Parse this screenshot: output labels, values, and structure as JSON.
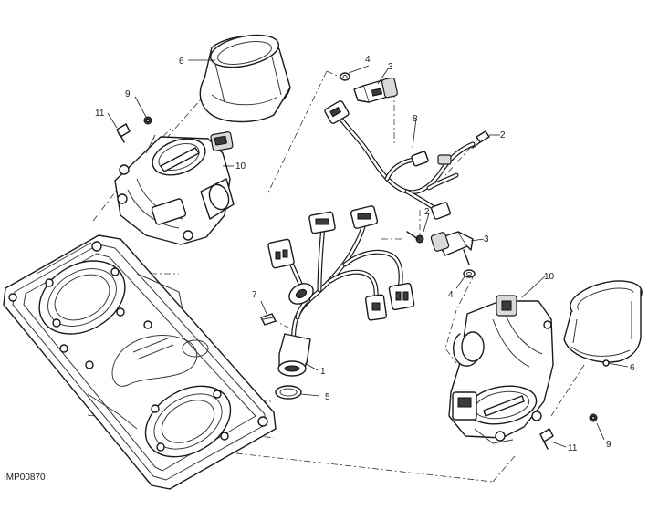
{
  "drawing_code": "IMP00870",
  "callouts": {
    "c1": "1",
    "c2a": "2",
    "c2b": "2",
    "c3a": "3",
    "c3b": "3",
    "c4a": "4",
    "c4b": "4",
    "c5": "5",
    "c6a": "6",
    "c6b": "6",
    "c7": "7",
    "c8": "8",
    "c9a": "9",
    "c9b": "9",
    "c10a": "10",
    "c10b": "10",
    "c11a": "11",
    "c11b": "11"
  }
}
